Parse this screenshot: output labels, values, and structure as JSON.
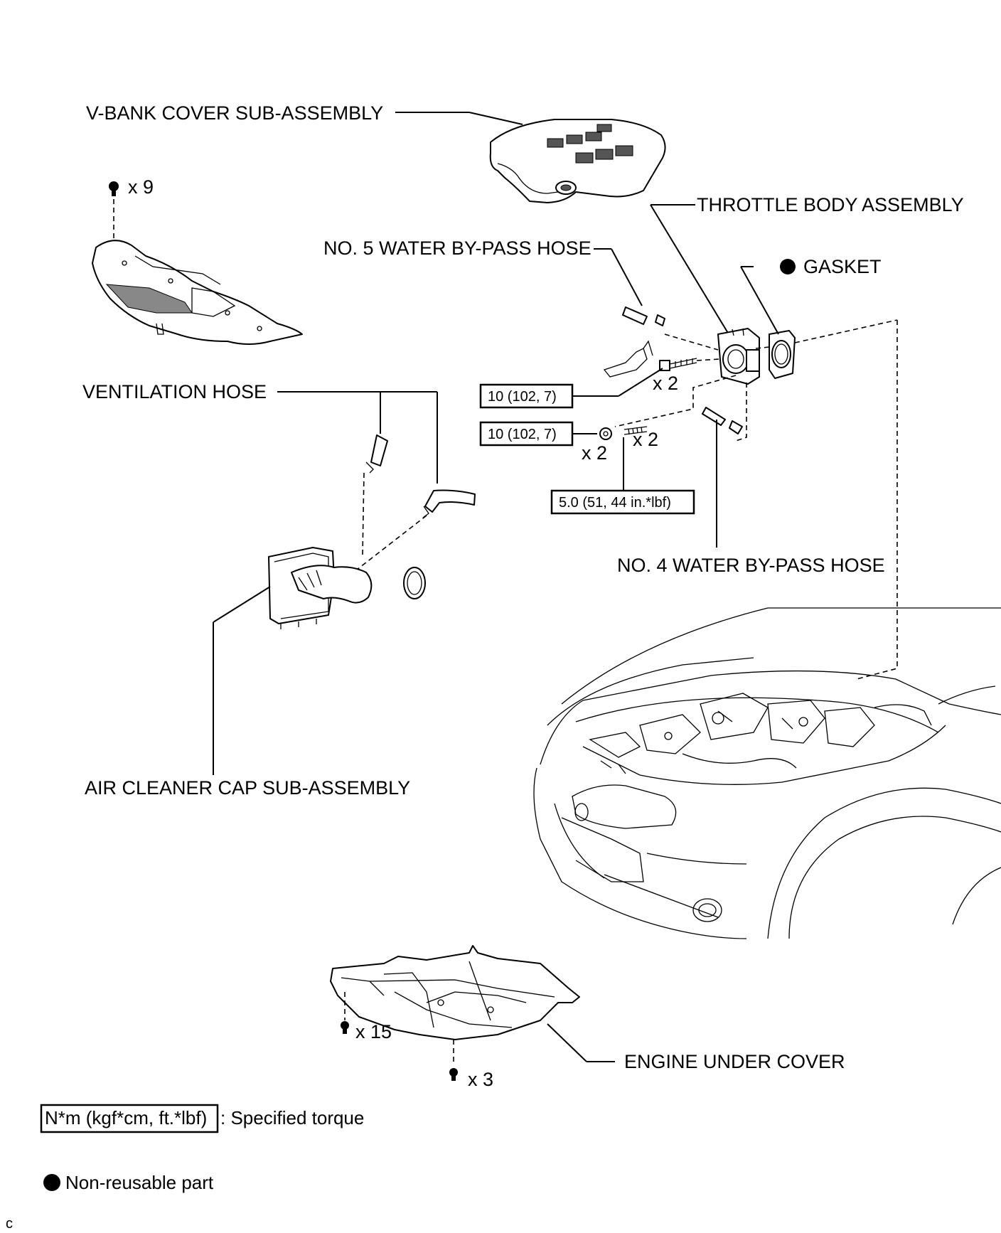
{
  "labels": {
    "v_bank_cover": "V-BANK COVER SUB-ASSEMBLY",
    "throttle_body": "THROTTLE BODY ASSEMBLY",
    "no5_hose": "NO. 5 WATER BY-PASS HOSE",
    "gasket": "GASKET",
    "ventilation_hose": "VENTILATION HOSE",
    "no4_hose": "NO. 4 WATER BY-PASS HOSE",
    "air_cleaner_cap": "AIR CLEANER CAP SUB-ASSEMBLY",
    "engine_under_cover": "ENGINE UNDER COVER"
  },
  "torques": {
    "t1": "10 (102, 7)",
    "t2": "10 (102, 7)",
    "t3": "5.0 (51, 44 in.*lbf)"
  },
  "quantities": {
    "clip_top": "x 9",
    "bolt_upper": "x 2",
    "nut_lower": "x 2",
    "stud_lower": "x 2",
    "under_cover_a": "x 15",
    "under_cover_b": "x 3"
  },
  "legend": {
    "torque_box": "N*m (kgf*cm, ft.*lbf)",
    "torque_desc": ": Specified torque",
    "non_reusable": "Non-reusable part"
  },
  "corner_mark": "c",
  "icons": {
    "non_reusable": "filled-circle-icon",
    "clip": "push-clip-icon",
    "bolt": "bolt-icon"
  }
}
